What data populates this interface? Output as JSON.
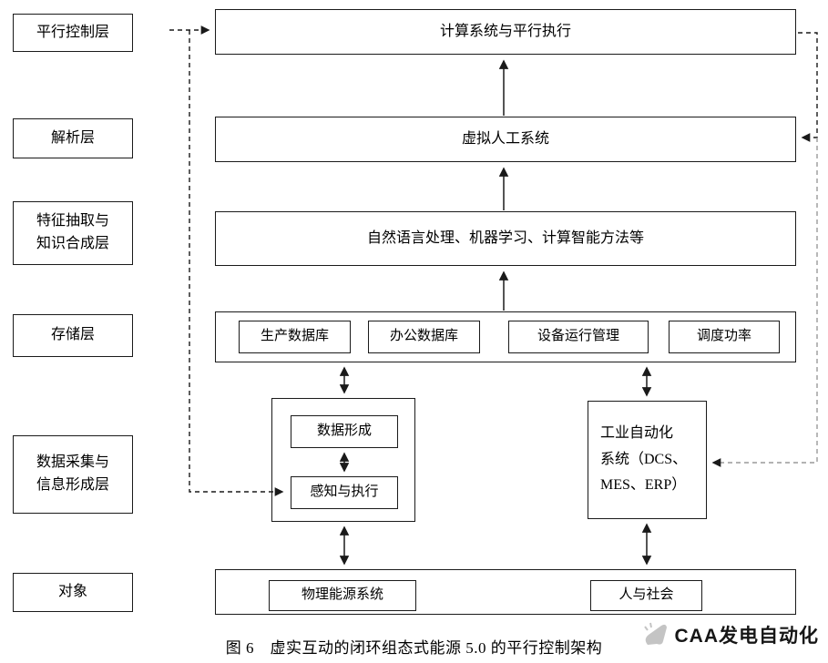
{
  "figure": {
    "left_layers": [
      {
        "label": "平行控制层"
      },
      {
        "label": "解析层"
      },
      {
        "label": "特征抽取与\n知识合成层"
      },
      {
        "label": "存储层"
      },
      {
        "label": "数据采集与\n信息形成层"
      },
      {
        "label": "对象"
      }
    ],
    "boxes": {
      "computing_parallel": "计算系统与平行执行",
      "virtual_artificial_system": "虚拟人工系统",
      "ai_methods": "自然语言处理、机器学习、计算智能方法等",
      "storage_items": [
        {
          "label": "生产数据库"
        },
        {
          "label": "办公数据库"
        },
        {
          "label": "设备运行管理"
        },
        {
          "label": "调度功率"
        }
      ],
      "data_formation": "数据形成",
      "perception_execution": "感知与执行",
      "industrial_automation": "工业自动化\n系统（DCS、\nMES、ERP）",
      "physical_energy_system": "物理能源系统",
      "human_society": "人与社会"
    },
    "caption": "图 6　虚实互动的闭环组态式能源 5.0 的平行控制架构",
    "watermark": "CAA发电自动化",
    "colors": {
      "line": "#1a1a1a",
      "gray_dashed": "#9a9a9a",
      "watermark_icon": "#c4c4c4"
    }
  }
}
